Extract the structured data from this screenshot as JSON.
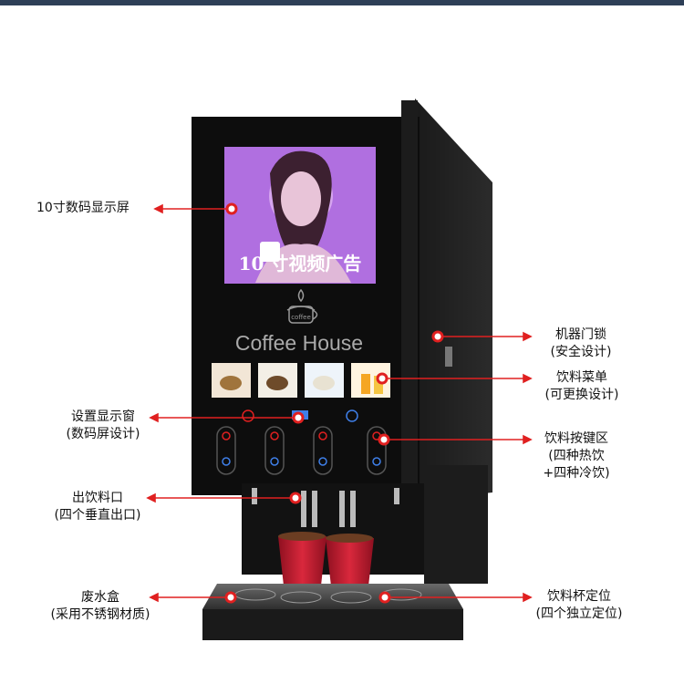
{
  "screen": {
    "ad_text": "10 寸视频广告"
  },
  "brand": {
    "name": "Coffee House",
    "logo_text": "coffee"
  },
  "labels": {
    "display": {
      "line1": "10寸数码显示屏"
    },
    "lock": {
      "line1": "机器门锁",
      "line2": "(安全设计)"
    },
    "menu": {
      "line1": "饮料菜单",
      "line2": "(可更换设计)"
    },
    "settings": {
      "line1": "设置显示窗",
      "line2": "(数码屏设计)"
    },
    "buttons": {
      "line1": "饮料按键区",
      "line2": "(四种热饮",
      "line3": "+四种冷饮)"
    },
    "outlet": {
      "line1": "出饮料口",
      "line2": "(四个垂直出口)"
    },
    "waste": {
      "line1": "废水盒",
      "line2": "(采用不锈钢材质)"
    },
    "cup_holder": {
      "line1": "饮料杯定位",
      "line2": "(四个独立定位)"
    }
  },
  "colors": {
    "accent": "#e02020",
    "screen": "#b06fe0",
    "body": "#0d0d0d",
    "topbar": "#2e3f57"
  }
}
